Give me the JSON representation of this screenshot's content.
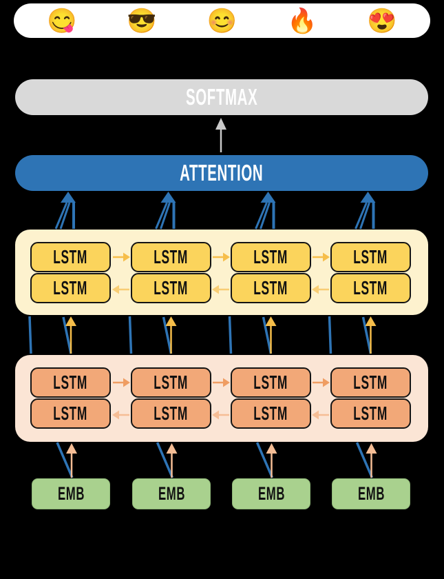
{
  "emoji_bar": {
    "emojis": [
      "😋",
      "😎",
      "😊",
      "🔥",
      "😍"
    ]
  },
  "softmax": {
    "label": "SOFTMAX"
  },
  "attention": {
    "label": "ATTENTION"
  },
  "lstm_layer_2": {
    "forward_cells": [
      "LSTM",
      "LSTM",
      "LSTM",
      "LSTM"
    ],
    "backward_cells": [
      "LSTM",
      "LSTM",
      "LSTM",
      "LSTM"
    ]
  },
  "lstm_layer_1": {
    "forward_cells": [
      "LSTM",
      "LSTM",
      "LSTM",
      "LSTM"
    ],
    "backward_cells": [
      "LSTM",
      "LSTM",
      "LSTM",
      "LSTM"
    ]
  },
  "embedding_layer": {
    "cells": [
      "EMB",
      "EMB",
      "EMB",
      "EMB"
    ]
  },
  "colors": {
    "background": "#000000",
    "emoji_pill": "#FFFFFF",
    "softmax_bar": "#D9D9D9",
    "softmax_arrow": "#C9C9C9",
    "attention_bar": "#2E74B5",
    "skip_connection_blue": "#2E74B5",
    "lstm2_cell": "#FBD45C",
    "lstm2_container": "#FDF2CE",
    "lstm2_forward_arrow": "#F6BE4A",
    "lstm2_backward_arrow": "#F8CD74",
    "lstm1_cell": "#F2A878",
    "lstm1_container": "#FBE5D5",
    "lstm1_forward_arrow": "#EF9D62",
    "lstm1_backward_arrow": "#F5BD95",
    "embedding_cell": "#A9D18E",
    "label_text": "#FFFFFF",
    "cell_text": "#111111"
  }
}
